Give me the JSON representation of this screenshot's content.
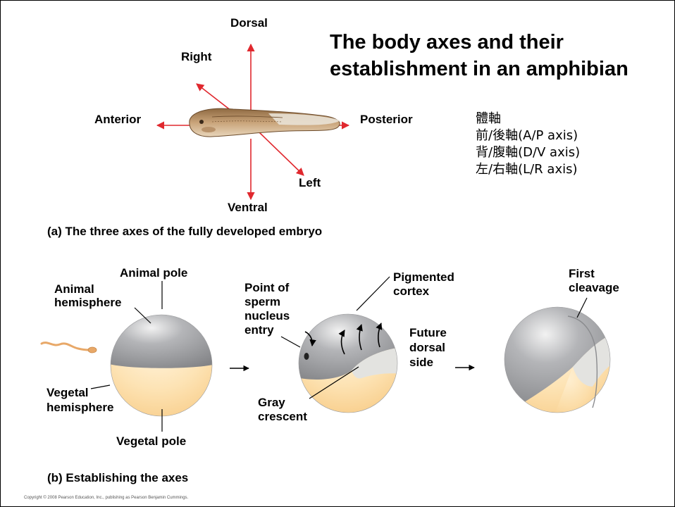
{
  "title": {
    "line1": "The body axes and their",
    "line2": "establishment in an amphibian"
  },
  "axes_panel": {
    "dorsal": "Dorsal",
    "ventral": "Ventral",
    "anterior": "Anterior",
    "posterior": "Posterior",
    "right": "Right",
    "left": "Left",
    "caption": "(a) The three axes of the fully developed embryo"
  },
  "chinese_notes": [
    "體軸",
    "前/後軸(A/P axis)",
    "背/腹軸(D/V axis)",
    "左/右軸(L/R axis)"
  ],
  "establishing_panel": {
    "animal_pole": "Animal pole",
    "animal_hemisphere_1": "Animal",
    "animal_hemisphere_2": "hemisphere",
    "vegetal_hemisphere_1": "Vegetal",
    "vegetal_hemisphere_2": "hemisphere",
    "vegetal_pole": "Vegetal pole",
    "sperm_entry_1": "Point of",
    "sperm_entry_2": "sperm",
    "sperm_entry_3": "nucleus",
    "sperm_entry_4": "entry",
    "pigmented_1": "Pigmented",
    "pigmented_2": "cortex",
    "future_1": "Future",
    "future_2": "dorsal",
    "future_3": "side",
    "gray_1": "Gray",
    "gray_2": "crescent",
    "first_1": "First",
    "first_2": "cleavage",
    "caption": "(b) Establishing the axes"
  },
  "copyright": "Copyright © 2008 Pearson Education, Inc., publishing as Pearson Benjamin Cummings.",
  "colors": {
    "arrow_red": "#e0282e",
    "animal_gray": "#9a9b9e",
    "vegetal_yellow": "#fbd79a",
    "crescent_light": "#e3e3e0",
    "sperm": "#e8a868"
  }
}
